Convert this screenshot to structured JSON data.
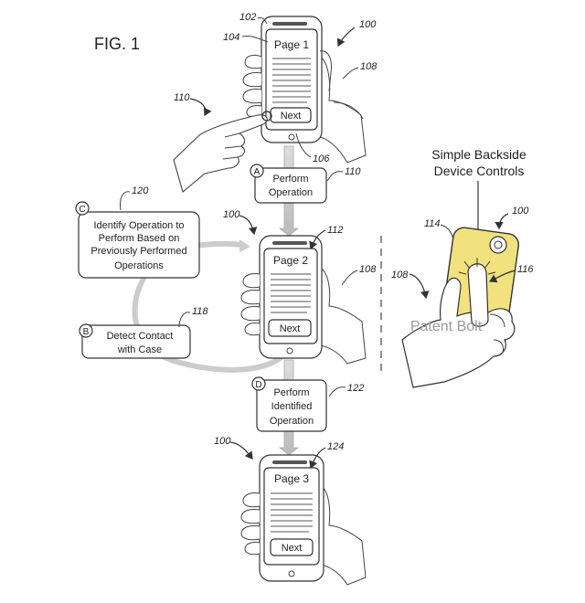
{
  "figure": {
    "title": "FIG. 1"
  },
  "phones": [
    {
      "page_label": "Page 1",
      "button_label": "Next",
      "ref_phone": "102",
      "ref_screen": "104",
      "ref_device": "100",
      "ref_hand": "108"
    },
    {
      "page_label": "Page 2",
      "button_label": "Next",
      "ref_phone": "112",
      "ref_device": "100",
      "ref_hand": "108"
    },
    {
      "page_label": "Page 3",
      "button_label": "Next",
      "ref_phone": "124",
      "ref_device": "100"
    }
  ],
  "finger": {
    "ref": "110",
    "contact_ref": "106"
  },
  "steps": {
    "a": {
      "letter": "A",
      "line1": "Perform",
      "line2": "Operation",
      "ref": "110"
    },
    "b": {
      "letter": "B",
      "line1": "Detect Contact",
      "line2": "with Case",
      "ref": "118"
    },
    "c": {
      "letter": "C",
      "line1": "Identify Operation to",
      "line2": "Perform Based on",
      "line3": "Previously Performed",
      "line4": "Operations",
      "ref": "120"
    },
    "d": {
      "letter": "D",
      "line1": "Perform",
      "line2": "Identified",
      "line3": "Operation",
      "ref": "122"
    }
  },
  "backside": {
    "title_line1": "Simple Backside",
    "title_line2": "Device Controls",
    "ref_device": "100",
    "ref_case": "114",
    "ref_touch": "116",
    "ref_hand": "108",
    "watermark": "Patent Bolt",
    "case_color": "#f2e27e"
  }
}
